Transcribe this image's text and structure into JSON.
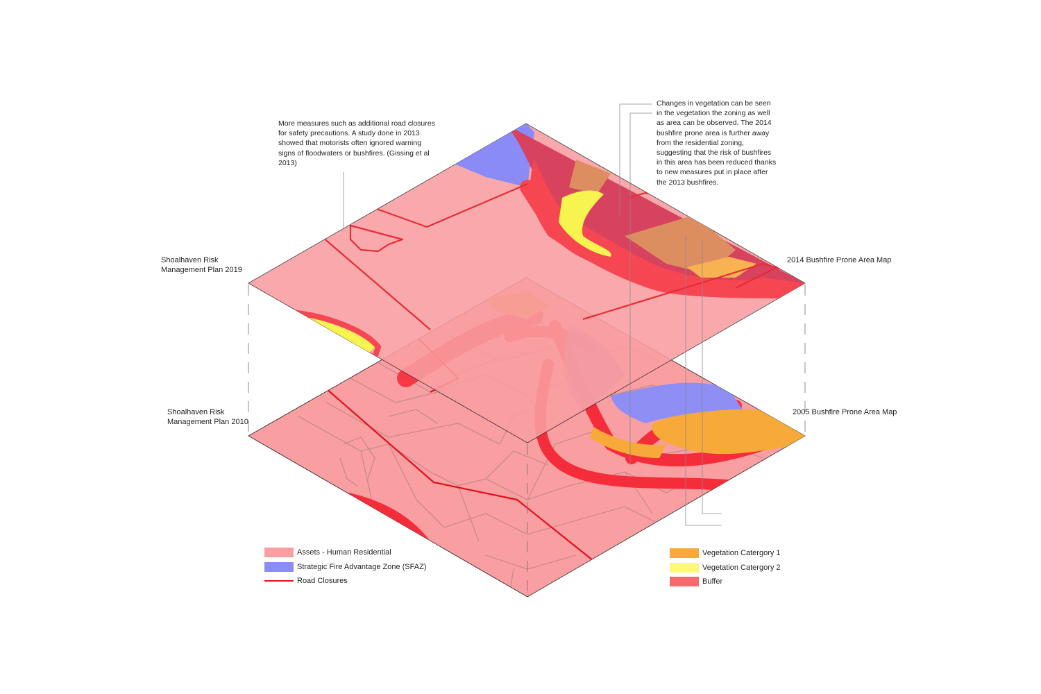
{
  "annotations": {
    "road_closures_note": "More measures such as additional road closures\nfor safety precautions. A study done in 2013\nshowed that motorists often ignored warning\nsigns of floodwaters or bushfires.  (Gissing et al\n2013)",
    "vegetation_note": "Changes in vegetation can be seen\nin the vegetation the zoning as well\nas area can be observed. The 2014\nbushfire prone area is further away\nfrom the residential zoning,\nsuggesting that the risk of bushfires\nin this area has been reduced thanks\nto new measures put in place after\nthe 2013 bushfires."
  },
  "layer_labels": {
    "plan_2019": "Shoalhaven Risk\nManagement  Plan 2019",
    "map_2014": "2014 Bushfire Prone Area Map",
    "plan_2010": "Shoalhaven Risk\nManagement  Plan 2010",
    "map_2005": "2005 Bushfire Prone Area Map"
  },
  "legend_left": [
    {
      "label": "Assets - Human Residential",
      "color": "#f99ea1",
      "kind": "fill"
    },
    {
      "label": "Strategic Fire Advantage Zone (SFAZ)",
      "color": "#8c8cf5",
      "kind": "fill"
    },
    {
      "label": "Road Closures",
      "color": "#e3101a",
      "kind": "line"
    }
  ],
  "legend_right": [
    {
      "label": "Vegetation Catergory 1",
      "color": "#f7a93a",
      "kind": "fill"
    },
    {
      "label": "Vegetation Catergory 2",
      "color": "#fdf976",
      "kind": "fill"
    },
    {
      "label": "Buffer",
      "color": "#f56a6d",
      "kind": "fill"
    }
  ],
  "colors": {
    "residential": "#f99ea1",
    "sfaz": "#7a7cf6",
    "road_closure": "#e3101a",
    "buffer": "#f52d3a",
    "vegetation_1": "#f7a93a",
    "vegetation_2": "#f6f237",
    "overlap": "#d2284a",
    "outline": "#231f20"
  }
}
